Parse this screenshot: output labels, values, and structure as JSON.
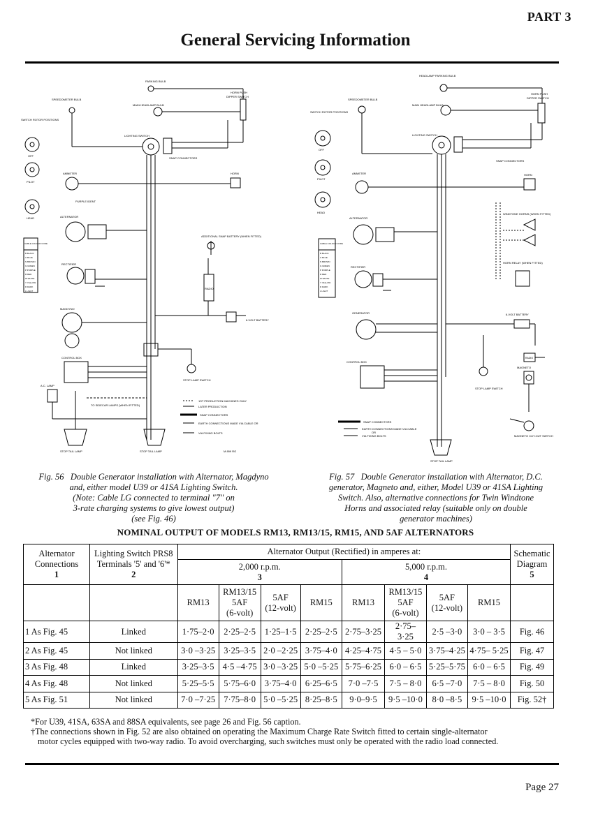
{
  "header": {
    "part": "PART 3",
    "title": "General Servicing Information"
  },
  "fig56": {
    "labels": {
      "parking_bulb": "PARKING BULB",
      "speedometer_bulb": "SPEEDOMETER BULB",
      "main_headlamp_bulb": "MAIN HEADLAMP BULB",
      "horn_push": "HORN PUSH",
      "dipper_switch": "DIPPER SWITCH",
      "switch_rotor_positions": "SWITCH ROTOR POSITIONS",
      "off": "OFF",
      "pilot": "PILOT",
      "head": "HEAD",
      "lighting_switch": "LIGHTING SWITCH",
      "snap_connectors": "SNAP CONNECTORS",
      "ammeter": "AMMETER",
      "horn": "HORN",
      "purple_ident": "PURPLE IDENT",
      "alternator": "ALTERNATOR",
      "additional_snap_battery": "ADDITIONAL SNAP BATTERY (WHEN FITTED)",
      "rectifier": "RECTIFIER",
      "radio": "RADIO",
      "magdyno": "MAGDYNO",
      "six_volt_battery": "6-VOLT BATTERY",
      "control_box": "CONTROL BOX",
      "ac_lamp": "A.C. LAMP",
      "sidecar_lamps": "TO SIDECAR LAMPS (WHEN FITTED)",
      "stop_lamp_switch": "STOP LAMP SWITCH",
      "stop_tail_lamp": "STOP TAIL LAMP",
      "figno": "M 899 RG",
      "legend": [
        "1ST PRODUCTION MACHINES ONLY",
        "LATER PRODUCTION",
        "SNAP CONNECTORS",
        "EARTH CONNECTIONS MADE VIA CABLE OR",
        "VIA FIXING BOLTS"
      ],
      "cable_colour_code": "CABLE COLOUR CODE",
      "colour_rows": [
        "B BLACK",
        "U BLUE",
        "N BROWN",
        "G GREEN",
        "P PURPLE",
        "R RED",
        "W WHITE",
        "Y YELLOW",
        "D DARK",
        "L LIGHT"
      ]
    },
    "caption_fig": "Fig. 56",
    "caption": [
      "Double Generator installation with Alternator, Magdyno",
      "and, either model U39 or 41SA Lighting Switch.",
      "(Note: Cable LG connected to terminal \"7\" on",
      "3-rate charging systems to give lowest output)",
      "(see Fig. 46)"
    ]
  },
  "fig57": {
    "labels": {
      "headlamp_parking_bulb": "HEADLAMP PARKING BULB",
      "speedometer_bulb": "SPEEDOMETER BULB",
      "main_headlamp_bulb": "MAIN HEADLAMP BULB",
      "horn_push": "HORN PUSH",
      "dipper_switch": "DIPPER SWITCH",
      "switch_rotor_positions": "SWITCH ROTOR POSITIONS",
      "off": "OFF",
      "pilot": "PILOT",
      "head": "HEAD",
      "lighting_switch": "LIGHTING SWITCH",
      "snap_connectors": "SNAP CONNECTORS",
      "ammeter": "AMMETER",
      "horn": "HORN",
      "alternator": "ALTERNATOR",
      "windtone_horns": "WINDTONE HORNS (WHEN FITTED)",
      "horn_relay": "HORN RELAY (WHEN FITTED)",
      "rectifier": "RECTIFIER",
      "generator": "GENERATOR",
      "six_volt_battery": "6-VOLT BATTERY",
      "radio": "RADIO",
      "control_box": "CONTROL BOX",
      "magneto": "MAGNETO",
      "stop_lamp_switch": "STOP LAMP SWITCH",
      "magneto_cutout": "MAGNETO CUT-OUT SWITCH",
      "stop_tail_lamp": "STOP TAIL LAMP",
      "legend": [
        "SNAP CONNECTORS",
        "EARTH CONNECTIONS MADE VIA CABLE",
        "OR",
        "VIA FIXING BOLTS"
      ],
      "cable_colour_code": "CABLE COLOUR CODE",
      "colour_rows": [
        "B BLACK",
        "U BLUE",
        "N BROWN",
        "G GREEN",
        "P PURPLE",
        "R RED",
        "W WHITE",
        "Y YELLOW",
        "D DARK",
        "L LIGHT"
      ]
    },
    "caption_fig": "Fig. 57",
    "caption": [
      "Double Generator installation with Alternator, D.C.",
      "generator, Magneto and, either, Model U39 or 41SA Lighting",
      "Switch. Also, alternative connections for Twin Windtone",
      "Horns and associated relay (suitable only on double",
      "generator machines)"
    ]
  },
  "table": {
    "heading": "NOMINAL OUTPUT OF MODELS RM13, RM13/15, RM15, AND 5AF ALTERNATORS",
    "col1": [
      "Alternator",
      "Connections",
      "1"
    ],
    "col2": [
      "Lighting Switch PRS8",
      "Terminals '5' and '6'*",
      "2"
    ],
    "group": "Alternator Output (Rectified) in amperes at:",
    "rpm2000": [
      "2,000 r.p.m.",
      "3"
    ],
    "rpm5000": [
      "5,000 r.p.m.",
      "4"
    ],
    "col5": [
      "Schematic",
      "Diagram",
      "5"
    ],
    "models": [
      [
        "RM13"
      ],
      [
        "RM13/15",
        "5AF",
        "(6-volt)"
      ],
      [
        "5AF",
        "(12-volt)"
      ],
      [
        "RM15"
      ],
      [
        "RM13"
      ],
      [
        "RM13/15",
        "5AF",
        "(6-volt)"
      ],
      [
        "5AF",
        "(12-volt)"
      ],
      [
        "RM15"
      ]
    ],
    "rows": [
      [
        "1  As Fig. 45",
        "Linked",
        "1·75–2·0",
        "2·25–2·5",
        "1·25–1·5",
        "2·25–2·5",
        "2·75–3·25",
        "2·75– 3·25",
        "2·5 –3·0",
        "3·0 – 3·5",
        "Fig. 46"
      ],
      [
        "2  As Fig. 45",
        "Not linked",
        "3·0 –3·25",
        "3·25–3·5",
        "2·0 –2·25",
        "3·75–4·0",
        "4·25–4·75",
        "4·5 – 5·0",
        "3·75–4·25",
        "4·75– 5·25",
        "Fig. 47"
      ],
      [
        "3  As Fig. 48",
        "Linked",
        "3·25–3·5",
        "4·5 –4·75",
        "3·0 –3·25",
        "5·0 –5·25",
        "5·75–6·25",
        "6·0 – 6·5",
        "5·25–5·75",
        "6·0 – 6·5",
        "Fig. 49"
      ],
      [
        "4  As Fig. 48",
        "Not linked",
        "5·25–5·5",
        "5·75–6·0",
        "3·75–4·0",
        "6·25–6·5",
        "7·0 –7·5",
        "7·5 – 8·0",
        "6·5 –7·0",
        "7·5 – 8·0",
        "Fig. 50"
      ],
      [
        "5  As Fig. 51",
        "Not linked",
        "7·0 –7·25",
        "7·75–8·0",
        "5·0 –5·25",
        "8·25–8·5",
        "9·0–9·5",
        "9·5 –10·0",
        "8·0 –8·5",
        "9·5 –10·0",
        "Fig. 52†"
      ]
    ]
  },
  "footnotes": [
    "*For U39, 41SA, 63SA and 88SA equivalents, see page 26 and Fig. 56 caption.",
    "†The connections shown in Fig. 52 are also obtained on operating the Maximum Charge Rate Switch fitted to certain single-alternator",
    "motor cycles equipped with two-way radio. To avoid overcharging, such switches must only be operated with the radio load connected."
  ],
  "footer": {
    "page": "Page 27"
  }
}
